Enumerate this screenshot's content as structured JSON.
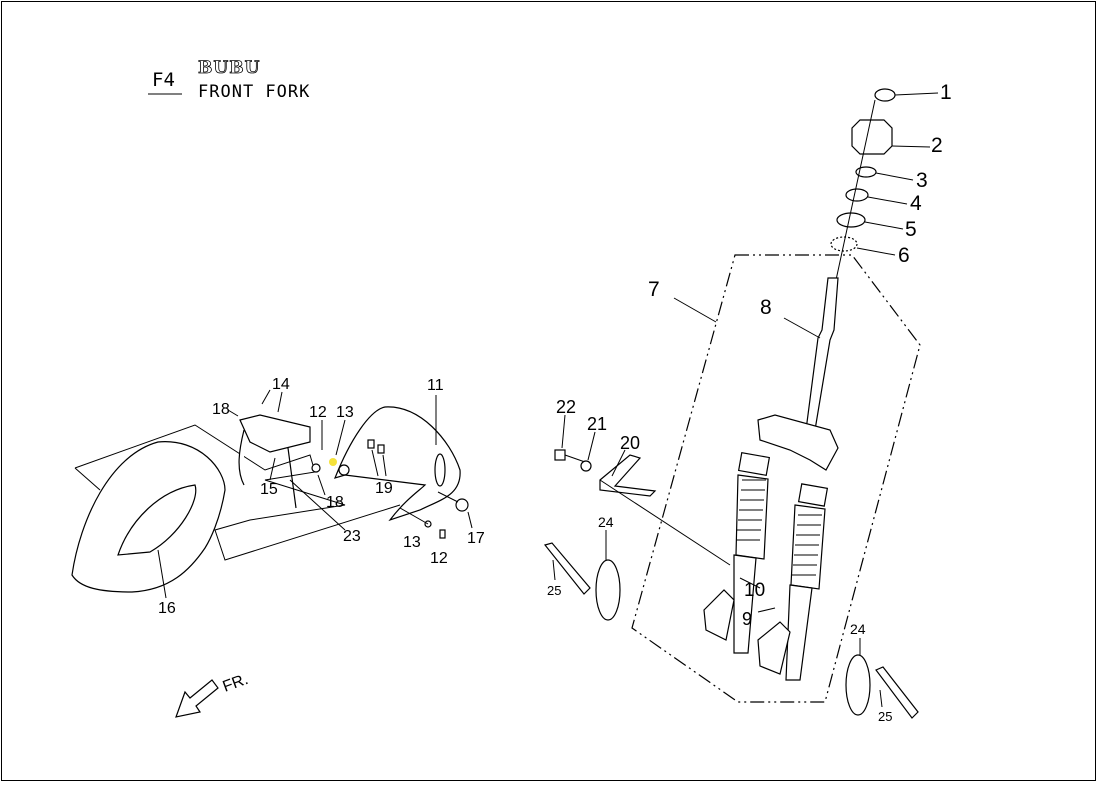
{
  "header": {
    "code": "F4",
    "brand": "BUBU",
    "title": "FRONT FORK"
  },
  "direction_label": "FR.",
  "callouts": {
    "c1": "1",
    "c2": "2",
    "c3": "3",
    "c4": "4",
    "c5": "5",
    "c6": "6",
    "c7": "7",
    "c8": "8",
    "c9": "9",
    "c10": "10",
    "c11": "11",
    "c12a": "12",
    "c12b": "12",
    "c13a": "13",
    "c13b": "13",
    "c14": "14",
    "c15": "15",
    "c16": "16",
    "c17": "17",
    "c18a": "18",
    "c18b": "18",
    "c19": "19",
    "c20": "20",
    "c21": "21",
    "c22": "22",
    "c23": "23",
    "c24a": "24",
    "c24b": "24",
    "c25a": "25",
    "c25b": "25"
  },
  "colors": {
    "line": "#000000",
    "highlight": "#f5e23a"
  }
}
